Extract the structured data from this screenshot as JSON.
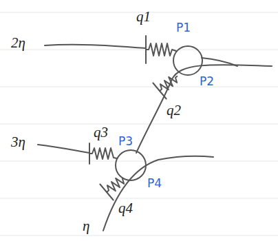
{
  "diagram": {
    "labels": [
      "q1",
      "P1",
      "2η",
      "P2",
      "q2",
      "q3",
      "3η",
      "P3",
      "P4",
      "q4",
      "η"
    ]
  }
}
